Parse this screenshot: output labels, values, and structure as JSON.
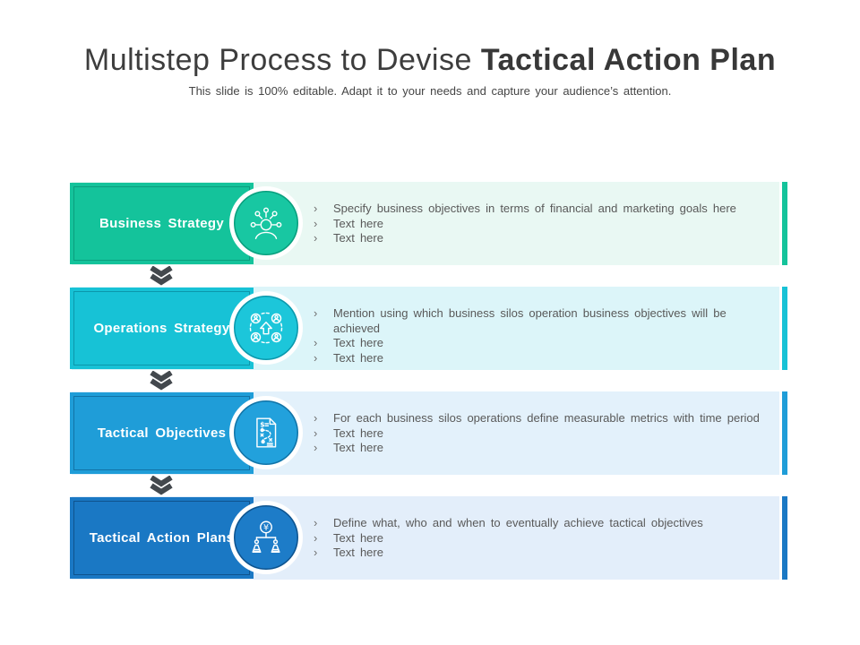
{
  "header": {
    "title_regular": "Multistep Process to Devise ",
    "title_bold": "Tactical Action Plan",
    "subtitle": "This slide is 100% editable. Adapt it to your needs and capture your audience’s attention."
  },
  "bullet_marker": "›",
  "arrow_color": "#43484d",
  "steps": [
    {
      "label": "Business Strategy",
      "icon": "person-network-icon",
      "box_color": "#14c39b",
      "tint_color": "#e9f8f3",
      "accent_color": "#14c39b",
      "bullets": [
        "Specify business objectives in terms of financial and marketing goals here",
        "Text here",
        "Text here"
      ]
    },
    {
      "label": "Operations Strategy",
      "icon": "team-cycle-icon",
      "box_color": "#17c2d6",
      "tint_color": "#dcf5f9",
      "accent_color": "#17c2d6",
      "bullets": [
        "Mention using which business silos operation business objectives will be achieved",
        "Text here",
        "Text here"
      ]
    },
    {
      "label": "Tactical Objectives",
      "icon": "strategy-document-icon",
      "box_color": "#1f9dd8",
      "tint_color": "#e3f1fb",
      "accent_color": "#1f9dd8",
      "bullets": [
        "For each business silos operations define measurable metrics with time period",
        "Text here",
        "Text here"
      ]
    },
    {
      "label": "Tactical Action Plans",
      "icon": "fund-allocation-icon",
      "box_color": "#1a78c4",
      "tint_color": "#e3eefa",
      "accent_color": "#1a78c4",
      "bullets": [
        "Define what, who and when to eventually achieve tactical objectives",
        "Text here",
        "Text here"
      ]
    }
  ]
}
